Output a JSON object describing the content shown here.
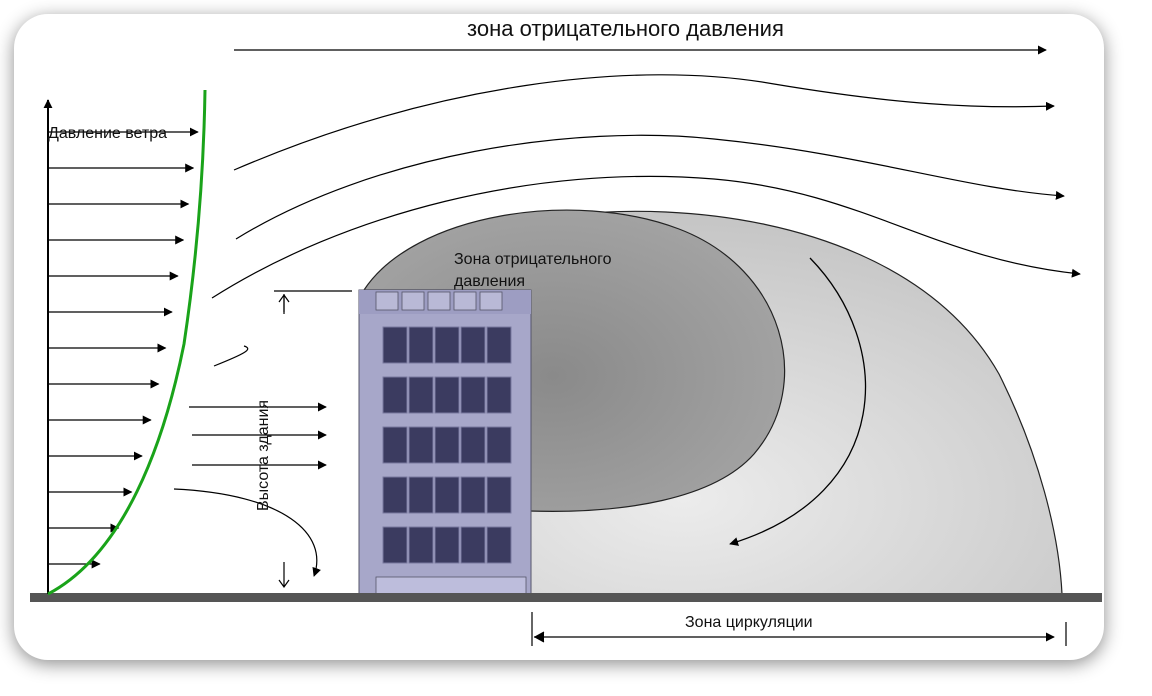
{
  "labels": {
    "top_zone": "зона отрицательного давления",
    "wind_pressure": "Давление ветра",
    "inner_zone_line1": "Зона отрицательного",
    "inner_zone_line2": "давления",
    "building_height": "Высота здания",
    "circulation_zone": "Зона циркуляции"
  },
  "colors": {
    "profile_curve": "#1aa31a",
    "ground": "#555555",
    "outer_zone": "#c9c9c9",
    "inner_zone": "#9a9a9a",
    "building": "#a6a6c8",
    "window": "#3a3a5e"
  }
}
